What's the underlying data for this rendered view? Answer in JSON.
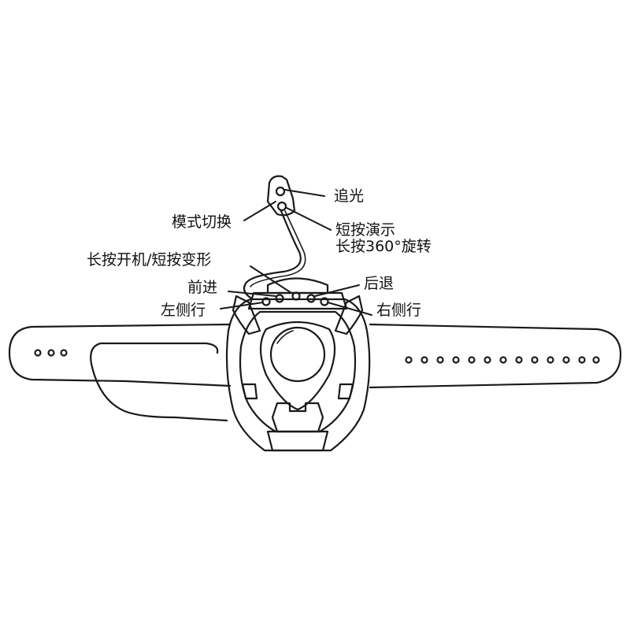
{
  "labels": {
    "follow_light": "追光",
    "mode_switch": "模式切换",
    "demo_line1": "短按演示",
    "demo_line2": "长按360°旋转",
    "power_transform": "长按开机/短按变形",
    "forward": "前进",
    "backward": "后退",
    "left_side": "左侧行",
    "right_side": "右侧行"
  },
  "colors": {
    "stroke": "#1a1a1a",
    "background": "#ffffff"
  }
}
